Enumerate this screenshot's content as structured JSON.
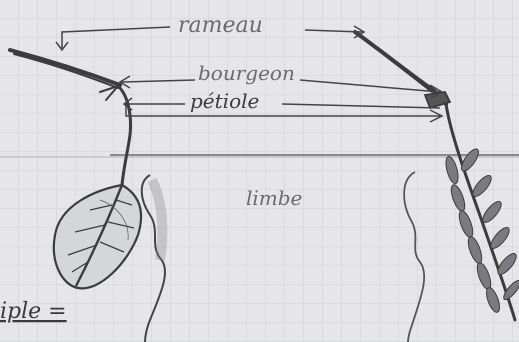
{
  "labels": {
    "rameau": "rameau",
    "bourgeon": "bourgeon",
    "petiole": "pétiole",
    "limbe": "limbe"
  },
  "margin_text": "iple =",
  "colors": {
    "paper": "#e6e6e8",
    "grid": "#c7c9ce",
    "pencil": "#3b3b40",
    "label": "#6a6a70"
  }
}
